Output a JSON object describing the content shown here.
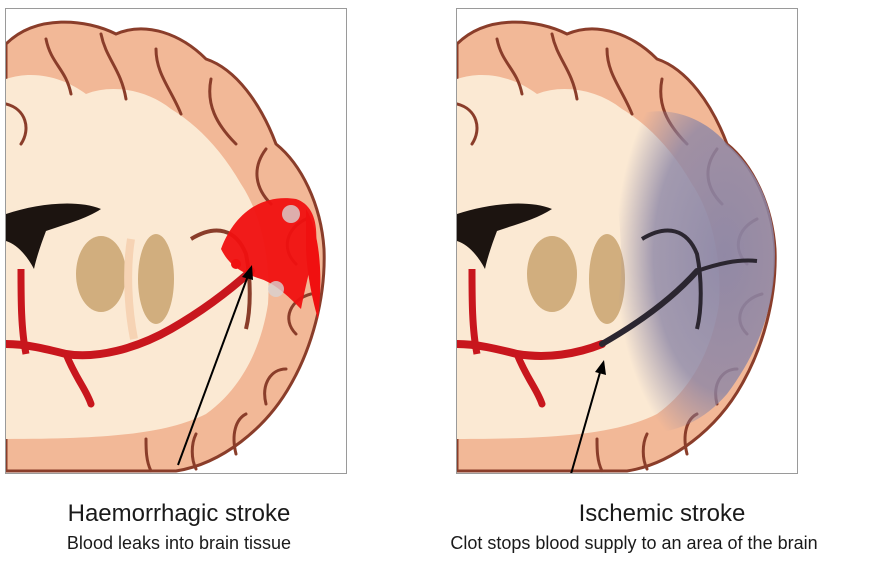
{
  "panels": [
    {
      "id": "haemorrhagic",
      "title": "Haemorrhagic stroke",
      "subtitle": "Blood leaks into brain tissue"
    },
    {
      "id": "ischemic",
      "title": "Ischemic stroke",
      "subtitle": "Clot stops blood supply to an area of the brain"
    }
  ],
  "colors": {
    "cortex": "#f2b897",
    "white_matter": "#fbe9d3",
    "sulcus": "#8a3d2a",
    "artery": "#c8161d",
    "bleed": "#f01010",
    "ischemic_area": "#8c86a6",
    "ventricle": "#1c1410",
    "basal_ganglia": "#c9a36f"
  }
}
